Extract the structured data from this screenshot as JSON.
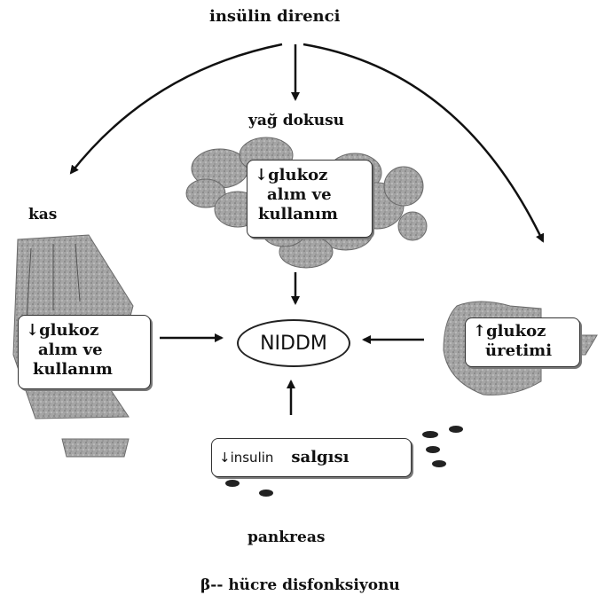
{
  "diagram": {
    "top_title": "insülin direnci",
    "adipose_label": "yağ dokusu",
    "muscle_label": "kas",
    "center_node": "NIDDM",
    "pancreas_label": "pankreas",
    "beta_cell_label": "β-- hücre disfonksiyonu",
    "adipose_box": [
      "↓glukoz",
      "alım ve",
      "kullanım"
    ],
    "muscle_box": [
      "↓glukoz",
      "alım ve",
      "kullanım"
    ],
    "liver_box": [
      "↑glukoz",
      "üretimi"
    ],
    "pancreas_box": {
      "left": "↓insulin",
      "right": "salgısı"
    }
  },
  "colors": {
    "ink": "#111111",
    "tissue": "#9a9a9a",
    "box_border": "#333333"
  }
}
